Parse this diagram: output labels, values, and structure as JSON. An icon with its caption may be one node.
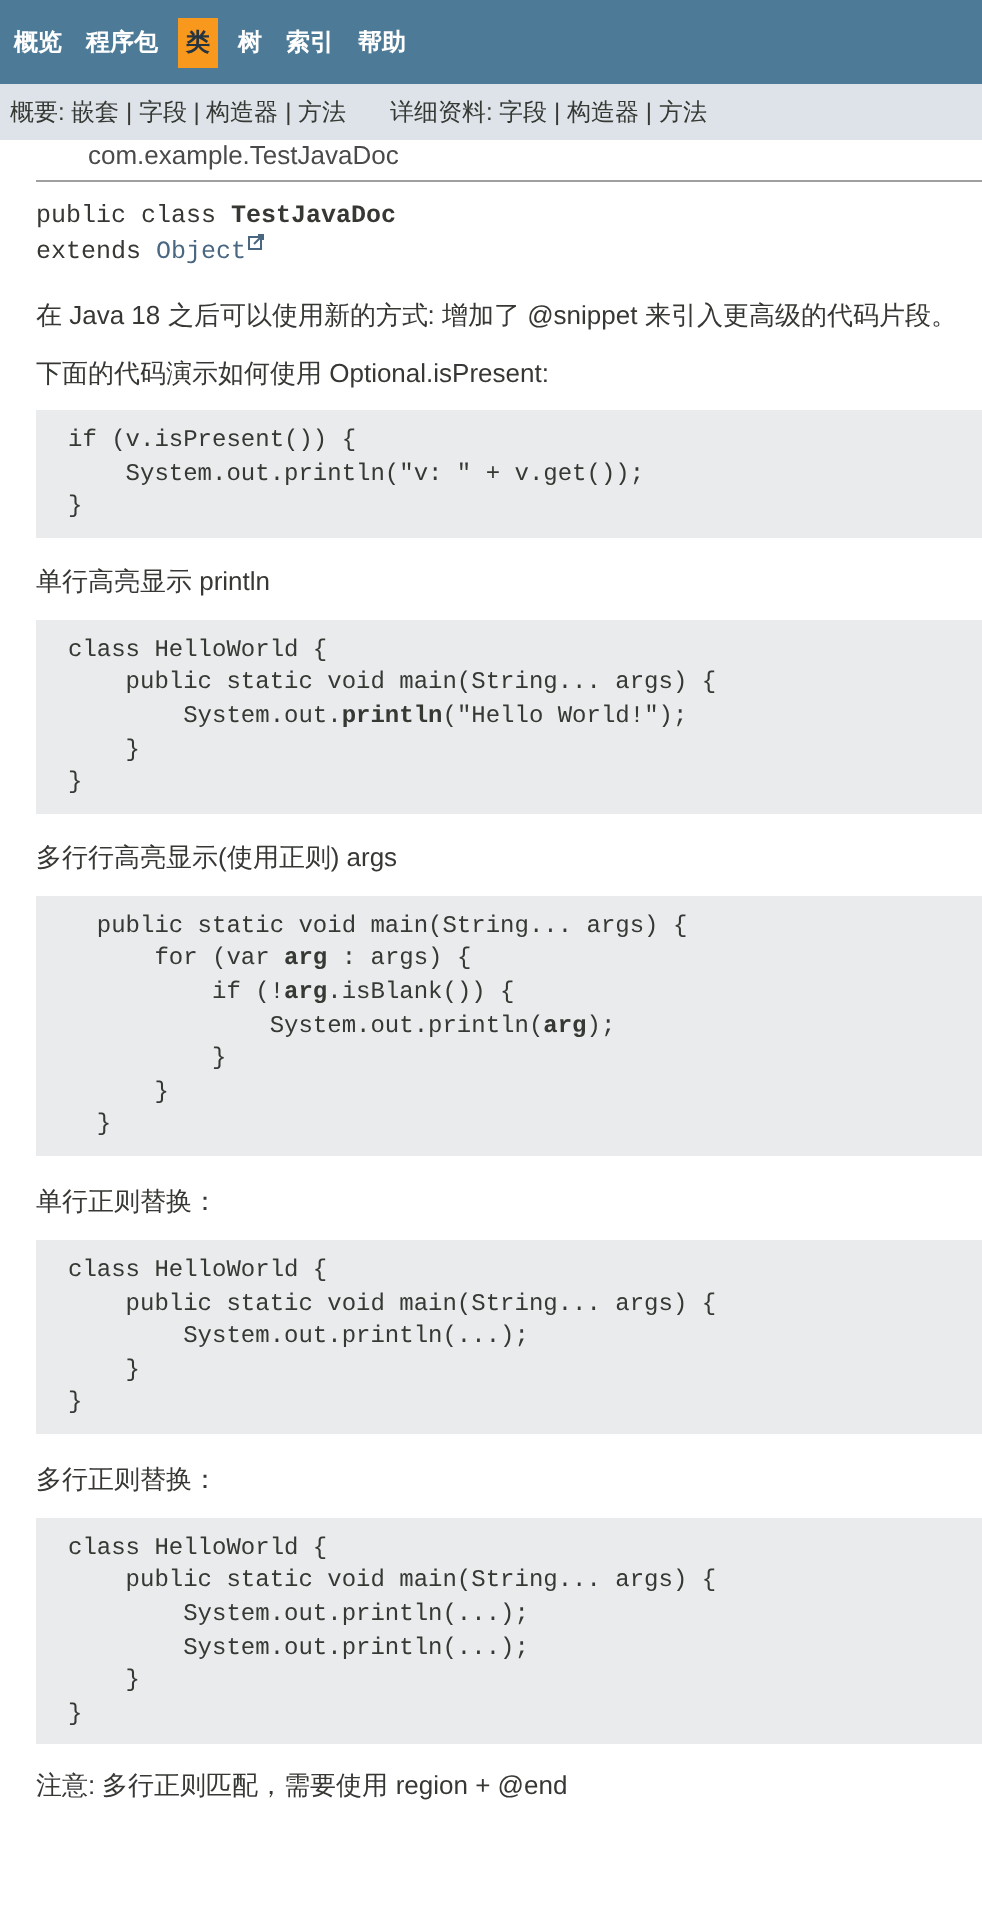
{
  "diagram": {
    "nodes": [
      {
        "text": [
          "if (v.isPresent()) {",
          "    System.out.println(\"v: \" + v.get());",
          "}"
        ]
      },
      {
        "text": [
          "class HelloWorld {",
          "    public static void main(String... args) {",
          "        System.out.**println**(\"Hello World!\");",
          "    }",
          "}"
        ]
      },
      {
        "text": [
          "  public static void main(String... args) {",
          "      for (var **arg** : args) {",
          "          if (!**arg**.isBlank()) {",
          "              System.out.println(**arg**);",
          "          }",
          "      }",
          "  }"
        ]
      },
      {
        "text": [
          "class HelloWorld {",
          "    public static void main(String... args) {",
          "        System.out.println(...);",
          "    }",
          "}"
        ]
      },
      {
        "text": [
          "class HelloWorld {",
          "    public static void main(String... args) {",
          "        System.out.println(...);",
          "        System.out.println(...);",
          "    }",
          "}"
        ]
      }
    ],
    "labels": [
      "概览",
      "程序包",
      "类",
      "树",
      "索引",
      "帮助",
      "概要: 嵌套 | 字段 | 构造器 | 方法",
      "详细资料: 字段 | 构造器 | 方法",
      "com.example.TestJavaDoc",
      "public class **TestJavaDoc**",
      "extends",
      "Object",
      "在 Java 18 之后可以使用新的方式: 增加了 @snippet 来引入更高级的代码片段。",
      "下面的代码演示如何使用 Optional.isPresent:",
      "单行高亮显示 println",
      "多行行高亮显示(使用正则) args",
      "单行正则替换：",
      "多行正则替换：",
      "注意: 多行正则匹配，需要使用 region + @end"
    ]
  }
}
